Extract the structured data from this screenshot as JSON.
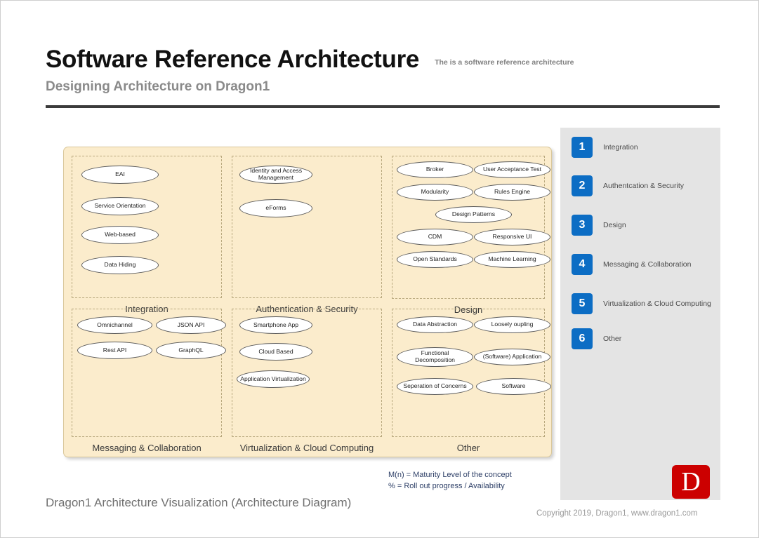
{
  "header": {
    "title": "Software Reference Architecture",
    "note": "The is a software reference architecture",
    "subtitle": "Designing Architecture on Dragon1"
  },
  "diagram": {
    "groups": [
      {
        "label": "Integration",
        "nodes": [
          {
            "label": "EAI"
          },
          {
            "label": "Service Orientation"
          },
          {
            "label": "Web-based"
          },
          {
            "label": "Data Hiding"
          }
        ]
      },
      {
        "label": "Authentication & Security",
        "nodes": [
          {
            "label": "Identity and Access\nManagement"
          },
          {
            "label": "eForms"
          }
        ]
      },
      {
        "label": "Design",
        "nodes": [
          {
            "label": "Broker"
          },
          {
            "label": "User Acceptance Test"
          },
          {
            "label": "Modularity"
          },
          {
            "label": "Rules Engine"
          },
          {
            "label": "Design Patterns"
          },
          {
            "label": "CDM"
          },
          {
            "label": "Responsive UI"
          },
          {
            "label": "Open Standards"
          },
          {
            "label": "Machine Learning"
          }
        ]
      },
      {
        "label": "Messaging & Collaboration",
        "nodes": [
          {
            "label": "Omnichannel"
          },
          {
            "label": "JSON API"
          },
          {
            "label": "Rest API"
          },
          {
            "label": "GraphQL"
          }
        ]
      },
      {
        "label": "Virtualization & Cloud Computing",
        "nodes": [
          {
            "label": "Smartphone App"
          },
          {
            "label": "Cloud Based"
          },
          {
            "label": "Application Virtualization"
          }
        ]
      },
      {
        "label": "Other",
        "nodes": [
          {
            "label": "Data Abstraction"
          },
          {
            "label": "Loosely oupling"
          },
          {
            "label": "Functional\nDecomposition"
          },
          {
            "label": "(Software) Application"
          },
          {
            "label": "Seperation of Concerns"
          },
          {
            "label": "Software"
          }
        ]
      }
    ]
  },
  "legend": {
    "items": [
      {
        "number": "1",
        "label": "Integration"
      },
      {
        "number": "2",
        "label": "Authentcation & Security"
      },
      {
        "number": "3",
        "label": "Design"
      },
      {
        "number": "4",
        "label": "Messaging & Collaboration"
      },
      {
        "number": "5",
        "label": "Virtualization & Cloud Computing"
      },
      {
        "number": "6",
        "label": "Other"
      }
    ]
  },
  "footnotes": {
    "line1": "M(n) = Maturity Level of the concept",
    "line2": "% = Roll out progress / Availability"
  },
  "footer": {
    "caption": "Dragon1 Architecture Visualization (Architecture Diagram)",
    "copyright": "Copyright 2019, Dragon1, www.dragon1.com",
    "logo_letter": "D"
  },
  "colors": {
    "diagram_fill": "#fbeccc",
    "legend_bg": "#e4e4e4",
    "badge_blue": "#0c6dc4",
    "logo_red": "#cc0000",
    "rule_dark": "#3b3b3b"
  }
}
